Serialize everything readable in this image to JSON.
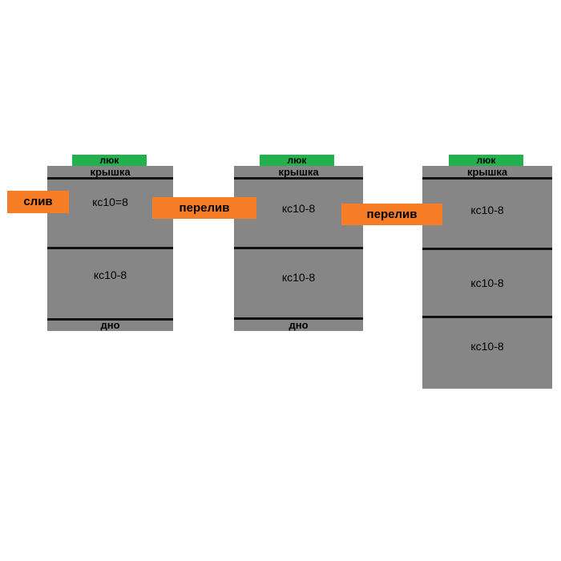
{
  "colors": {
    "well": "#868686",
    "divider": "#111111",
    "hatch": "#22b14c",
    "pipe": "#f77c26"
  },
  "wells": [
    {
      "hatch": "люк",
      "cover": "крышка",
      "rings": [
        "кс10=8",
        "кс10-8"
      ],
      "bottom": "дно"
    },
    {
      "hatch": "люк",
      "cover": "крышка",
      "rings": [
        "кс10-8",
        "кс10-8"
      ],
      "bottom": "дно"
    },
    {
      "hatch": "люк",
      "cover": "крышка",
      "rings": [
        "кс10-8",
        "кс10-8",
        "кс10-8"
      ]
    }
  ],
  "pipes": {
    "drain": "слив",
    "overflow_1": "перелив",
    "overflow_2": "перелив"
  }
}
